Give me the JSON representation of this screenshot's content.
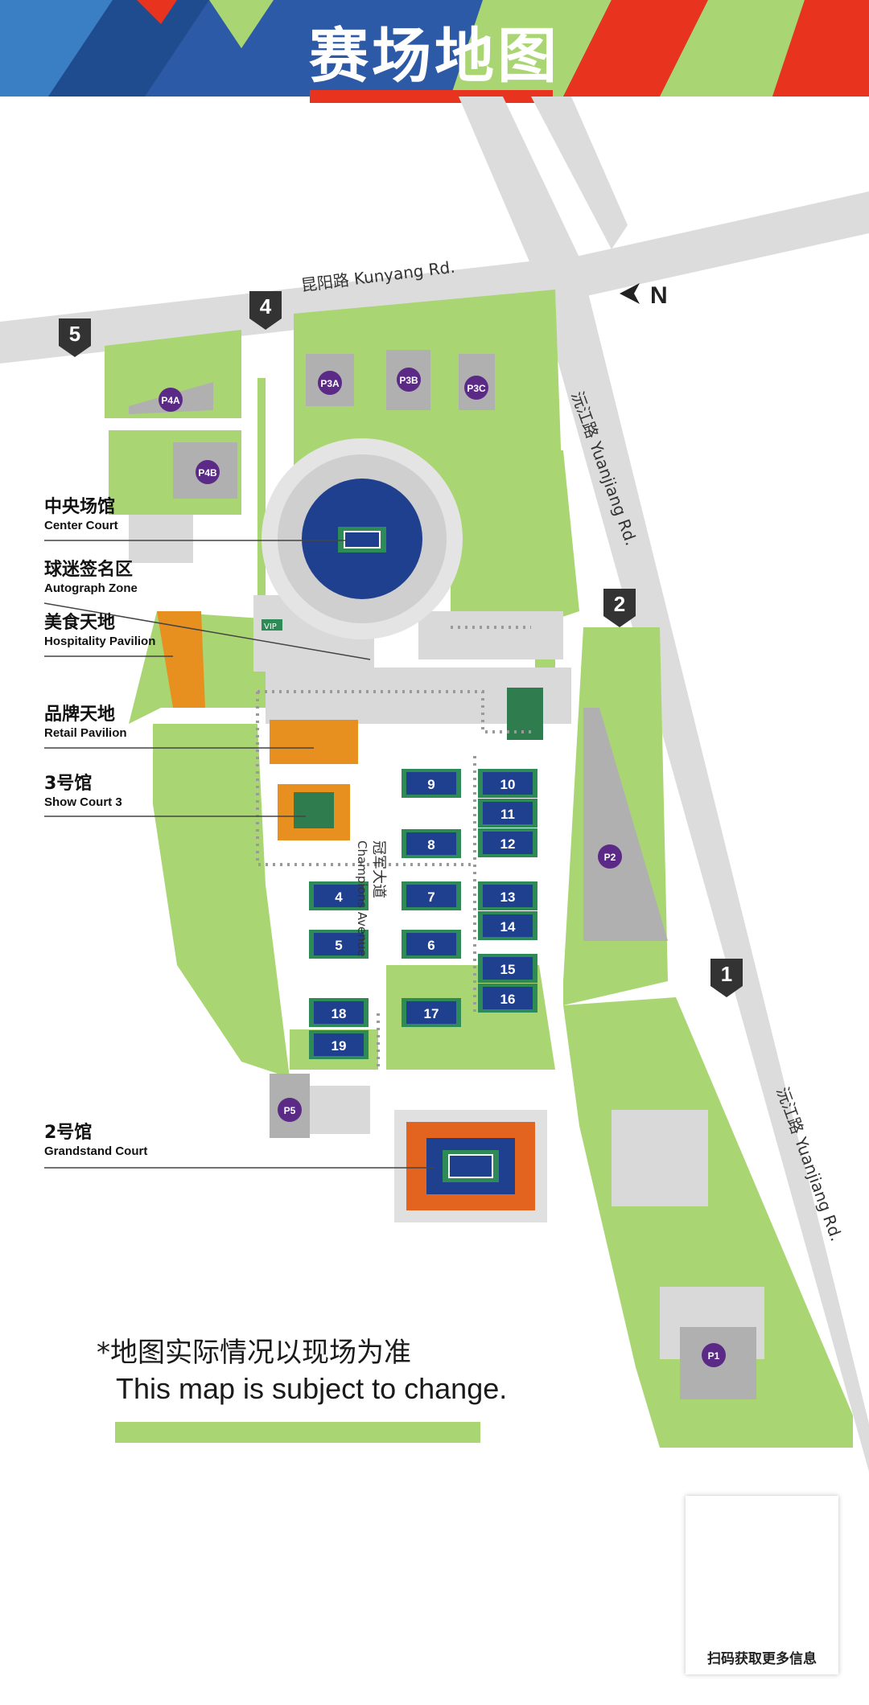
{
  "header": {
    "title": "赛场地图"
  },
  "roads": {
    "kunyang": "昆阳路 Kunyang Rd.",
    "yuanjiang_1": "沅江路 Yuanjiang Rd.",
    "yuanjiang_2": "沅江路 Yuanjiang Rd.",
    "champions_zh": "冠军大道",
    "champions_en": "Champions Avenue"
  },
  "compass": {
    "label": "N"
  },
  "gates": [
    "1",
    "2",
    "4",
    "5"
  ],
  "parking": [
    "P4A",
    "P4B",
    "P3A",
    "P3B",
    "P3C",
    "P2",
    "P1",
    "P5"
  ],
  "courts": [
    "9",
    "10",
    "11",
    "12",
    "8",
    "13",
    "14",
    "4",
    "7",
    "5",
    "6",
    "15",
    "16",
    "18",
    "17",
    "19"
  ],
  "vip": "VIP",
  "venue_labels": [
    {
      "zh": "中央场馆",
      "en": "Center Court"
    },
    {
      "zh": "球迷签名区",
      "en": "Autograph Zone"
    },
    {
      "zh": "美食天地",
      "en": "Hospitality Pavilion"
    },
    {
      "zh": "品牌天地",
      "en": "Retail Pavilion"
    },
    {
      "zh": "3号馆",
      "en": "Show Court 3"
    },
    {
      "zh": "2号馆",
      "en": "Grandstand Court"
    }
  ],
  "note": {
    "zh": "*地图实际情况以现场为准",
    "en": "This map is subject to change."
  },
  "qr": {
    "caption": "扫码获取更多信息"
  },
  "colors": {
    "green": "#a9d672",
    "grey": "#d9d9d9",
    "court_blue": "#1f3f8f",
    "orange": "#e8901f",
    "title_red": "#e8331f",
    "parking_purple": "#5b2a86"
  }
}
